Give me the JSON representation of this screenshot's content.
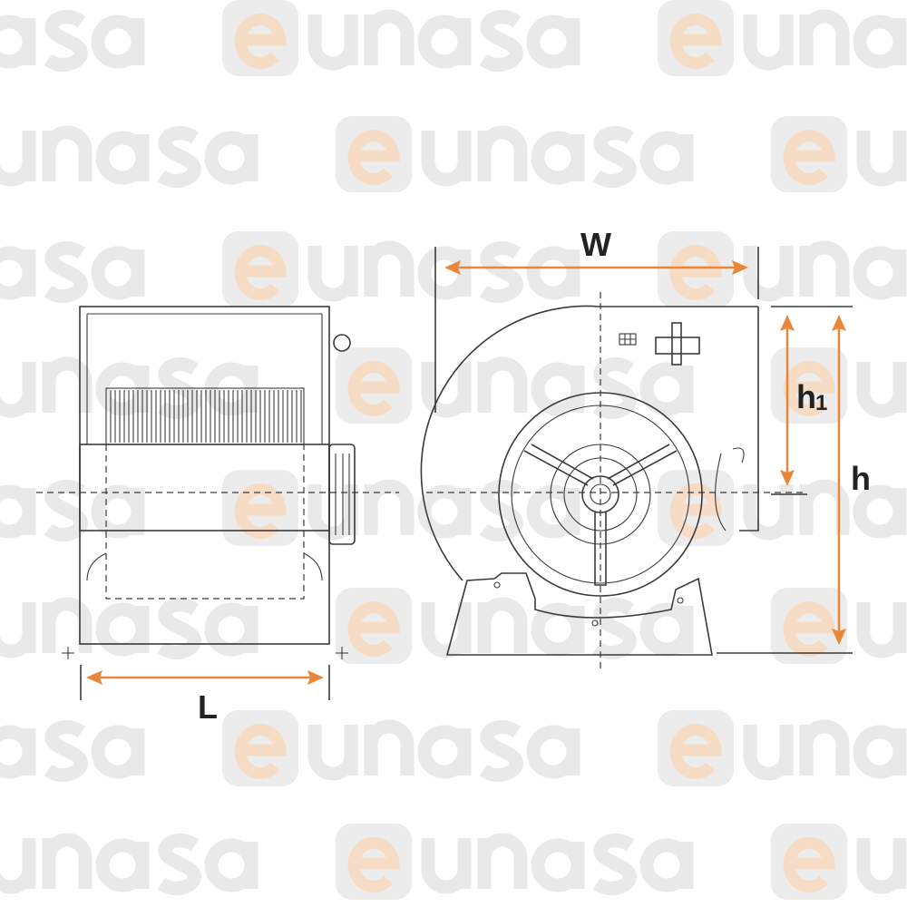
{
  "watermark": {
    "logo_text": "eunasa",
    "logo_letter": "e",
    "word": "unasa"
  },
  "dimensions": {
    "width_label": "W",
    "height_label": "h",
    "axis_height_label": "h",
    "axis_height_sub": "1",
    "length_label": "L"
  },
  "colors": {
    "dimension": "#e8873a",
    "line": "#3a3a3a",
    "watermark": "#e9e9e9"
  }
}
